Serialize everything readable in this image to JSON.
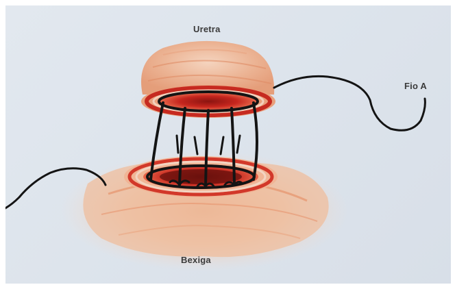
{
  "labels": {
    "urethra": "Uretra",
    "suture_wire": "Fio A",
    "bladder": "Bexiga"
  },
  "colors": {
    "background": "#dde4ec",
    "tissue_light": "#f2c7a8",
    "tissue_mid": "#e28a60",
    "tissue_dark": "#b8201c",
    "suture": "#141414"
  }
}
